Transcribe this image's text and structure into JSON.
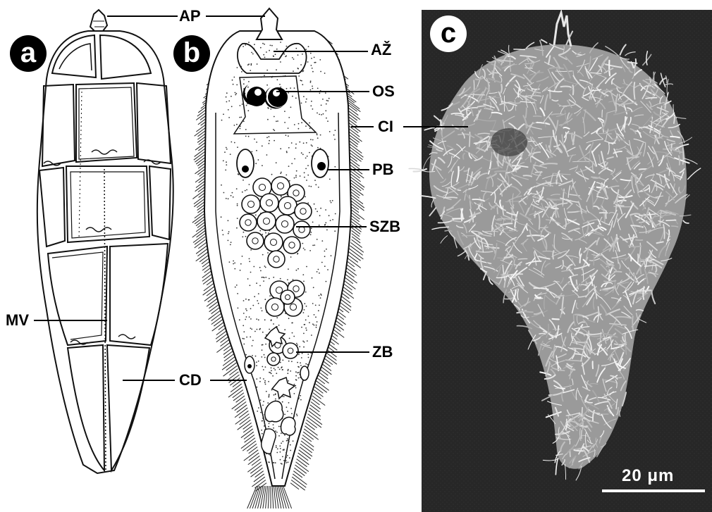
{
  "panels": {
    "a": {
      "badge": "a",
      "labels": {
        "ap": "AP",
        "mv": "MV",
        "cd": "CD"
      }
    },
    "b": {
      "badge": "b",
      "labels": {
        "az": "AŽ",
        "os": "OS",
        "ci": "CI",
        "pb": "PB",
        "szb": "SZB",
        "zb": "ZB"
      }
    },
    "c": {
      "badge": "c",
      "scale_bar": "20 μm"
    }
  },
  "colors": {
    "ink": "#000000",
    "micrograph_bg": "#2a2a2a",
    "cilia": "#d8d8d8",
    "paper": "#ffffff"
  }
}
